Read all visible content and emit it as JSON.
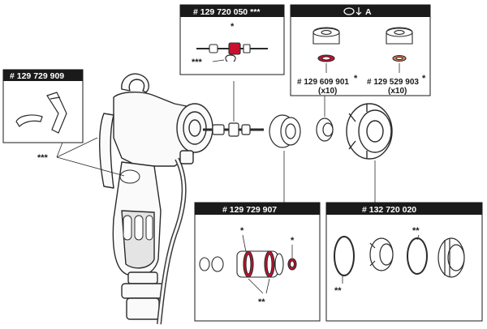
{
  "panels": {
    "repair_kit": {
      "title": "# 129 729 909"
    },
    "needle_kit": {
      "title": "# 129 720 050",
      "title_mark": "***",
      "stars_top": "*",
      "stars_left": "***"
    },
    "nozzle_sets": {
      "title": "A",
      "left": {
        "part": "# 129 609 901",
        "mark": "*",
        "qty": "(x10)"
      },
      "right": {
        "part": "# 129 529 903",
        "mark": "*",
        "qty": "(x10)"
      }
    },
    "seal_kit": {
      "title": "# 129 729 907",
      "star_left": "*",
      "star_right": "*",
      "stars_bottom": "**"
    },
    "aircap_kit": {
      "title": "# 132 720 020",
      "stars_left": "**",
      "stars_ring": "**"
    }
  },
  "gun_callout": {
    "mark": "***"
  },
  "colors": {
    "panel_header": "#1a1a1a",
    "seal_red": "#c8102e",
    "stroke": "#2a2a2a"
  }
}
